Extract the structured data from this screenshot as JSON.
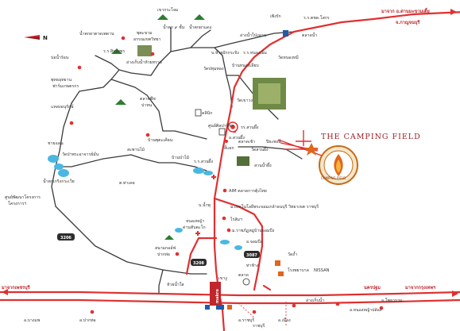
{
  "map": {
    "north_label": "N",
    "brand": "THE CAMPING FIELD",
    "logo_text": "CAMPING FIELD",
    "route_numbers": [
      "3206",
      "3208",
      "3087"
    ],
    "shop_label": "makro",
    "directions": {
      "top_right_line1": "มาจาก อ.ด่านมะขามเตี้ย",
      "top_right_line2": "จ.กาญจนบุรี",
      "bottom_left": "มาจากเพชรบุรี",
      "bottom_right": "มาจากกรุงเทพฯ",
      "bottom_mid": "นครปฐม"
    },
    "labels": {
      "l1": "เขากระโจม",
      "l2": "น้ำตก ๙ ชั้น",
      "l3": "น้ำตกผาแดง",
      "l4": "เพิงรัก",
      "l5": "ร.ร.ตชด.โสกร",
      "l6": "ตลาดน้ำ",
      "l7": "น้ำตกผาตาดเพดาน",
      "l8": "พุตะขาม",
      "l9": "อรรณเขตวิทยา",
      "l10": "อ่างน้ำโป่งลาน",
      "l11": "บ.ห้วยผักกระจิง",
      "l12": "ร.ร.หนองเอ็ม",
      "l13": "อ่างเก็บน้ำห้วยทราย",
      "l14": "วัดปทุมทอง",
      "l15": "บ้านหนองเลียบ",
      "l16": "บ่อน้ำร้อน",
      "l17": "ร.ร.สินเพชร",
      "l18": "พุทธอุทยาน",
      "l19": "ฟาร์มเกษตรกร",
      "l20": "แหล่งอนุรักษ์",
      "l21": "ตลาดพืช",
      "l22": "ปาหน",
      "l23": "วัดเขาวง",
      "l24": "คลินิก",
      "l25": "ศูนย์ศิลปาชีพฯ",
      "l26": "รร.สวนผึ้ง",
      "l27": "อ.สวนผึ้ง",
      "l28": "ตลาดเช้า",
      "l29": "วัดสวนผึ้ง",
      "l30": "ปิยะพงษ์",
      "l31": "สวนน้ำผึ้ง",
      "l32": "ชายแดน",
      "l33": "น้ำตกเกริงกระเวีย",
      "l34": "วัดป่าพระอาจารย์มั่น",
      "l35": "สะพานไม้",
      "l36": "บ้านป่าไม้",
      "l37": "ต.ท่าเคย",
      "l38": "ร.ร.สวนผึ้ง",
      "l39": "AIM ตลาดการตุ้งไทย",
      "l40": "ม.เทคโนโลยีพระจอมเกล้าธนบุรี วิทยาเขต ราชบุรี",
      "l41": "บ.น้ำพุ",
      "l42": "ไร่ส้มฯ",
      "l43": "ม.ราชภัฏหมู่บ้านจอมบึง",
      "l44": "อ.จอมบึง",
      "l45": "หนองหญ้า",
      "l46": "ด่านทับตะโก",
      "l47": "ศูนย์พัฒนาโครงการ",
      "l48": "โครงการฯ",
      "l49": "สนามกอล์ฟ",
      "l50": "ปากท่อ",
      "l51": "ห้วยน้ำใส",
      "l52": "ท่าช้าง",
      "l53": "วัดถ้ำ",
      "l54": "โรงพยาบาล",
      "l55": "ตลาด",
      "l56": "อ.ราชบุรี",
      "l57": "อ.ปากท่อ",
      "l58": "อ.เมือง",
      "l59": "อ.บางแพ",
      "l60": "NISSAN",
      "l61": "เขางู",
      "l62": "อ.หนองหญ้าปล้อง",
      "l63": "ราชบุรี",
      "l64": "บ้านพุตะเคียน",
      "l65": "อ.โพธาราม",
      "l66": "สี่แยก",
      "l67": "อ่างเก็บน้ำ",
      "l68": "วัดหนองหมี"
    }
  },
  "colors": {
    "road_main": "#e03030",
    "road_minor": "#3a3a3a",
    "water": "#4ab7e3",
    "brand": "#a01d22",
    "logo": "#c66a17"
  }
}
